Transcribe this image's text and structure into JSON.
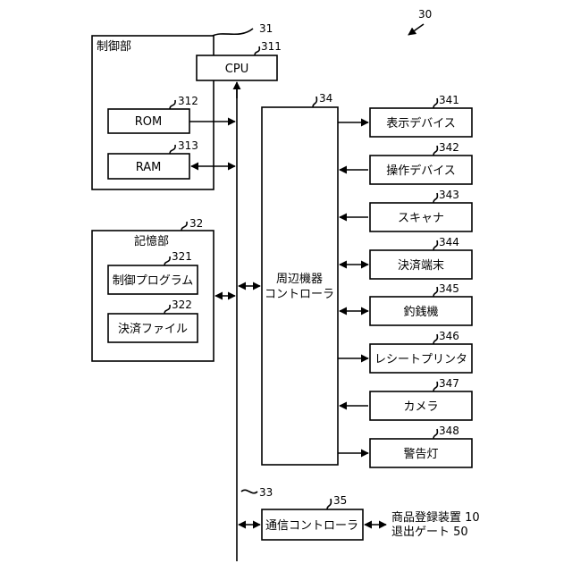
{
  "figure_ref": "30",
  "control_unit": {
    "ref": "31",
    "label": "制御部",
    "cpu": {
      "ref": "311",
      "label": "CPU"
    },
    "rom": {
      "ref": "312",
      "label": "ROM"
    },
    "ram": {
      "ref": "313",
      "label": "RAM"
    }
  },
  "storage_unit": {
    "ref": "32",
    "label": "記憶部",
    "control_program": {
      "ref": "321",
      "label": "制御プログラム"
    },
    "payment_file": {
      "ref": "322",
      "label": "決済ファイル"
    }
  },
  "bus": {
    "ref": "33"
  },
  "peripheral_controller": {
    "ref": "34",
    "label_line1": "周辺機器",
    "label_line2": "コントローラ"
  },
  "devices": [
    {
      "ref": "341",
      "label": "表示デバイス"
    },
    {
      "ref": "342",
      "label": "操作デバイス"
    },
    {
      "ref": "343",
      "label": "スキャナ"
    },
    {
      "ref": "344",
      "label": "決済端末"
    },
    {
      "ref": "345",
      "label": "釣銭機"
    },
    {
      "ref": "346",
      "label": "レシートプリンタ"
    },
    {
      "ref": "347",
      "label": "カメラ"
    },
    {
      "ref": "348",
      "label": "警告灯"
    }
  ],
  "comm_controller": {
    "ref": "35",
    "label": "通信コントローラ"
  },
  "external": {
    "line1": "商品登録装置 10",
    "line2": "退出ゲート 50"
  }
}
